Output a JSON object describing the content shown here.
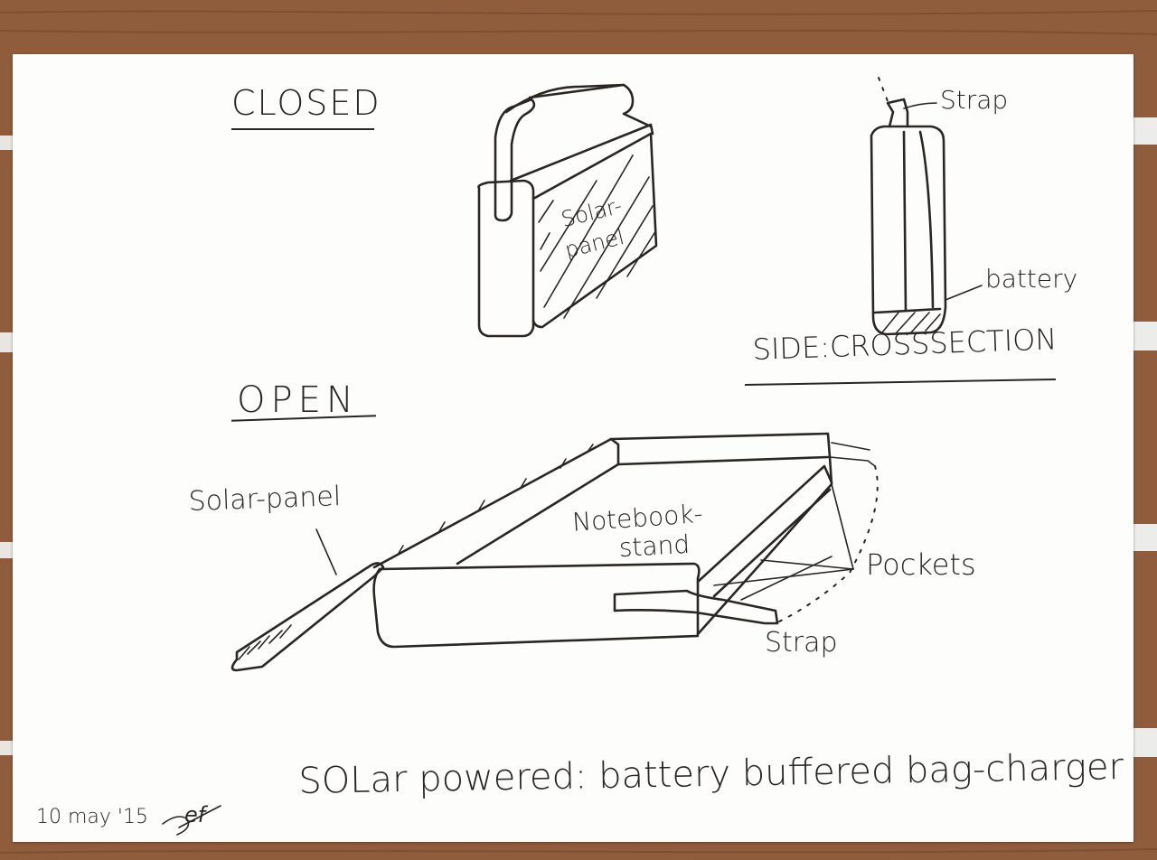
{
  "headings": {
    "closed": "CLOSED",
    "open": "OPEN",
    "side_crosssection": "SIDE:CROSSSECTION"
  },
  "labels": {
    "solar_panel_closed_line1": "Solar-",
    "solar_panel_closed_line2": "panel",
    "strap_top": "Strap",
    "battery": "battery",
    "solar_panel_open": "Solar-panel",
    "notebook_stand_line1": "Notebook-",
    "notebook_stand_line2": "stand",
    "pockets": "Pockets",
    "strap_open": "Strap"
  },
  "title": "SOLar powered: battery buffered bag-charger",
  "signature": {
    "date": "10 may '15",
    "initials_mark": "ef"
  },
  "colors": {
    "ink": "#2a2622",
    "paper": "#fdfdfb",
    "wood": "#8a5a3a"
  }
}
